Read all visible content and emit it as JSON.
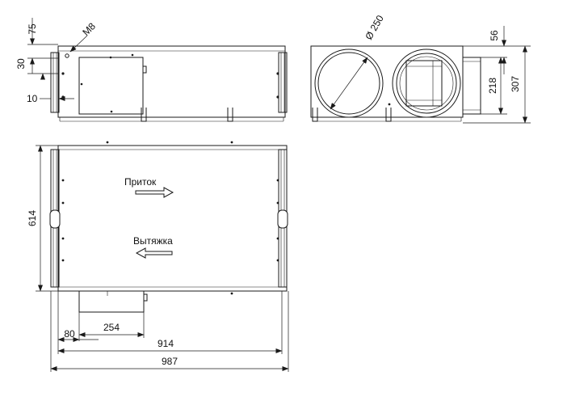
{
  "dimensions": {
    "front_top": "75",
    "front_flange": "30",
    "front_bolt": "M8",
    "front_edge": "10",
    "side_duct": "Ø 250",
    "side_top": "56",
    "side_inner": "218",
    "side_height": "307",
    "plan_depth": "614",
    "plan_offset": "80",
    "plan_box": "254",
    "plan_inner": "914",
    "plan_total": "987"
  },
  "labels": {
    "supply": "Приток",
    "exhaust": "Вытяжка"
  }
}
